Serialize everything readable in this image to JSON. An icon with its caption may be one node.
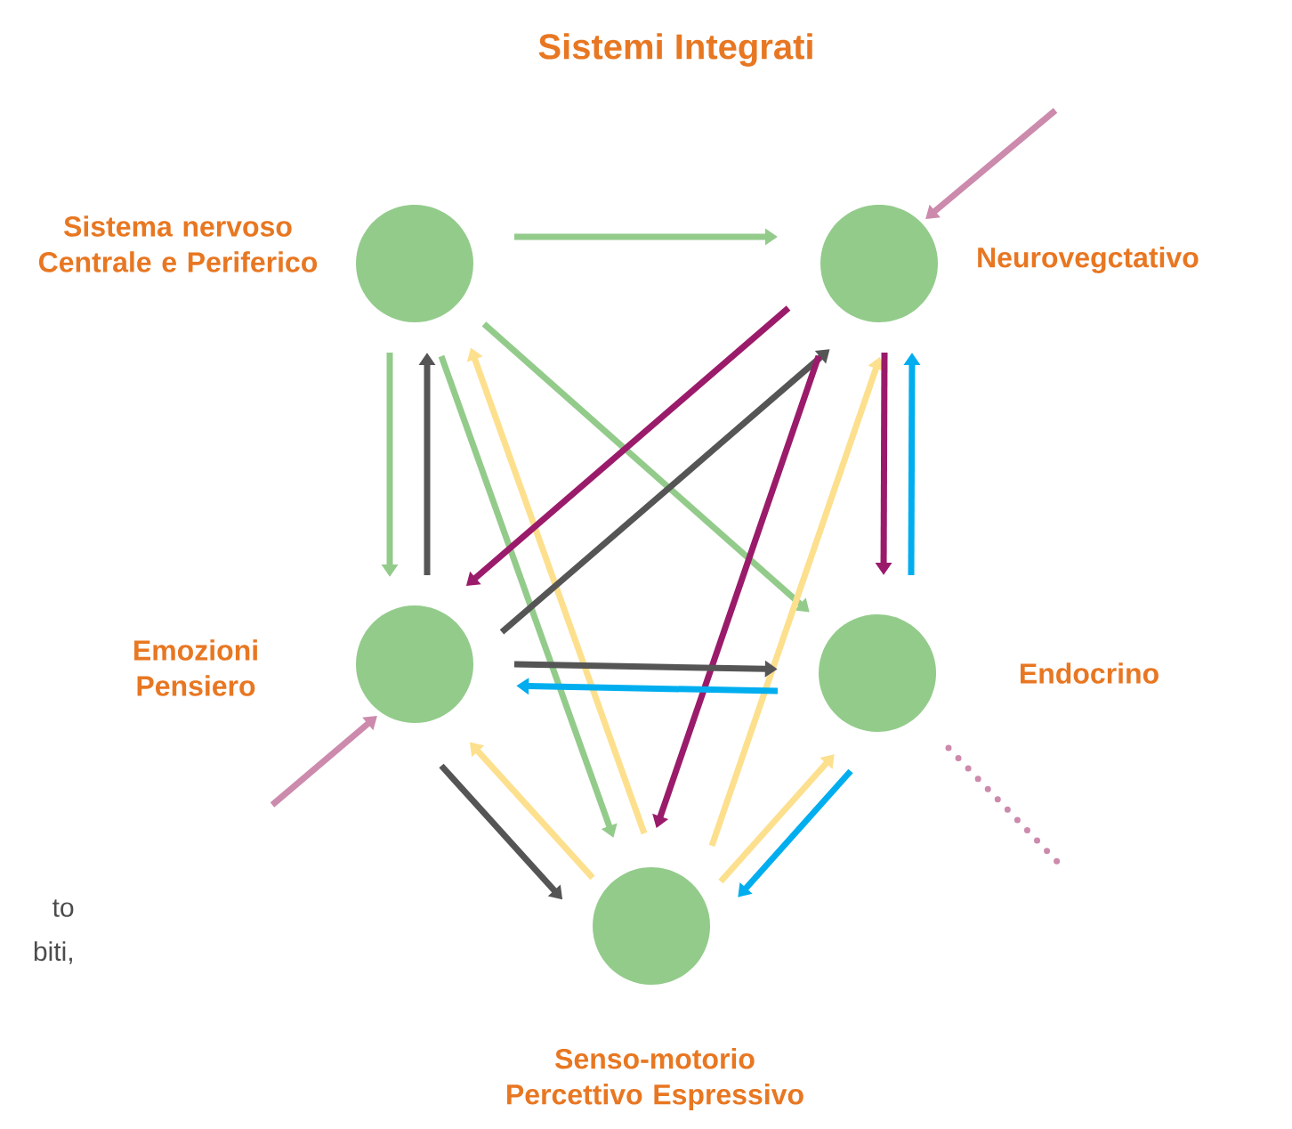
{
  "diagram": {
    "title": "Sistemi Integrati",
    "nodes": [
      {
        "text": [],
        "shape": "circle",
        "beside": [
          "Sistema nervoso Centrale e Periferico"
        ]
      },
      {
        "text": [],
        "shape": "circle",
        "beside": [
          "Neurovegctativo"
        ]
      },
      {
        "text": [],
        "shape": "circle",
        "beside": [
          "Emozioni Pensiero"
        ]
      },
      {
        "text": [],
        "shape": "circle",
        "beside": [
          "Endocrino"
        ]
      },
      {
        "text": [],
        "shape": "circle",
        "beside": [
          "Senso-motorio Percettivo Espressivo"
        ]
      }
    ],
    "edges": [
      {
        "from": 0,
        "to": 1,
        "arrow": "to",
        "color": "#93cb8b"
      },
      {
        "from": 0,
        "to": 2,
        "arrow": "to",
        "color": "#93cb8b"
      },
      {
        "from": 2,
        "to": 0,
        "arrow": "to",
        "color": "#555555"
      },
      {
        "from": 0,
        "to": 4,
        "arrow": "to",
        "color": "#93cb8b"
      },
      {
        "from": 4,
        "to": 0,
        "arrow": "to",
        "color": "#fde08e"
      },
      {
        "from": 0,
        "to": 3,
        "arrow": "to",
        "color": "#93cb8b"
      },
      {
        "from": 1,
        "to": 2,
        "arrow": "to",
        "color": "#9b1b6b"
      },
      {
        "from": 2,
        "to": 1,
        "arrow": "to",
        "color": "#555555"
      },
      {
        "from": 1,
        "to": 4,
        "arrow": "to",
        "color": "#9b1b6b"
      },
      {
        "from": 4,
        "to": 1,
        "arrow": "to",
        "color": "#fde08e"
      },
      {
        "from": 1,
        "to": 3,
        "arrow": "to",
        "color": "#9b1b6b"
      },
      {
        "from": 3,
        "to": 1,
        "arrow": "to",
        "color": "#00aeef"
      },
      {
        "from": 2,
        "to": 3,
        "arrow": "to",
        "color": "#555555"
      },
      {
        "from": 3,
        "to": 2,
        "arrow": "to",
        "color": "#00aeef"
      },
      {
        "from": 2,
        "to": 4,
        "arrow": "to",
        "color": "#555555"
      },
      {
        "from": 4,
        "to": 2,
        "arrow": "to",
        "color": "#fde08e"
      },
      {
        "from": 4,
        "to": 3,
        "arrow": "to",
        "color": "#fde08e"
      },
      {
        "from": 3,
        "to": 4,
        "arrow": "to",
        "color": "#00aeef"
      },
      {
        "from": null,
        "to": 1,
        "arrow": "to",
        "color": "#cc8aac"
      },
      {
        "from": null,
        "to": 2,
        "arrow": "to",
        "color": "#cc8aac"
      },
      {
        "from": 3,
        "to": null,
        "arrow": "none",
        "style": "dashed",
        "color": "#cc8aac"
      }
    ],
    "labels": [
      "to",
      "biti,"
    ]
  }
}
